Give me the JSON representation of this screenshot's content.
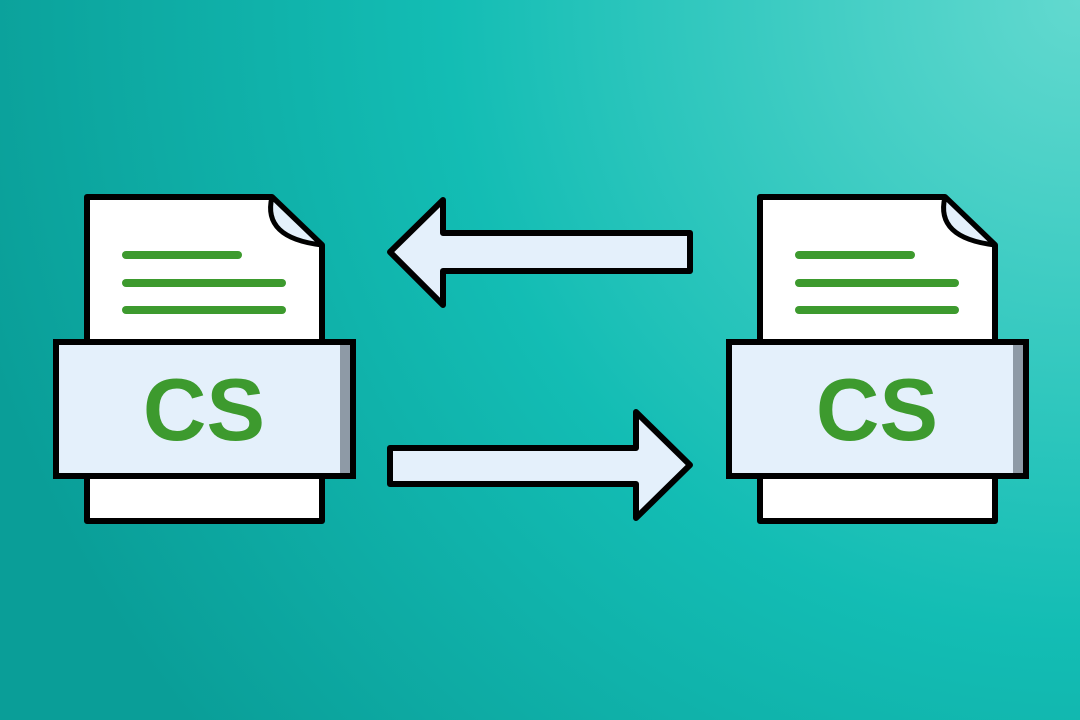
{
  "files": [
    {
      "label": "CS"
    },
    {
      "label": "CS"
    }
  ],
  "arrows": [
    {
      "direction": "left"
    },
    {
      "direction": "right"
    }
  ],
  "colors": {
    "background_dark": "#0a9e98",
    "background_light": "#62d9cf",
    "page_fill": "#ffffff",
    "band_fill": "#e4f0fb",
    "arrow_fill": "#e4f0fb",
    "outline": "#000000",
    "text_lines": "#3d9a2e",
    "label_text": "#3d9a2e",
    "shadow": "#8e9aa6"
  }
}
